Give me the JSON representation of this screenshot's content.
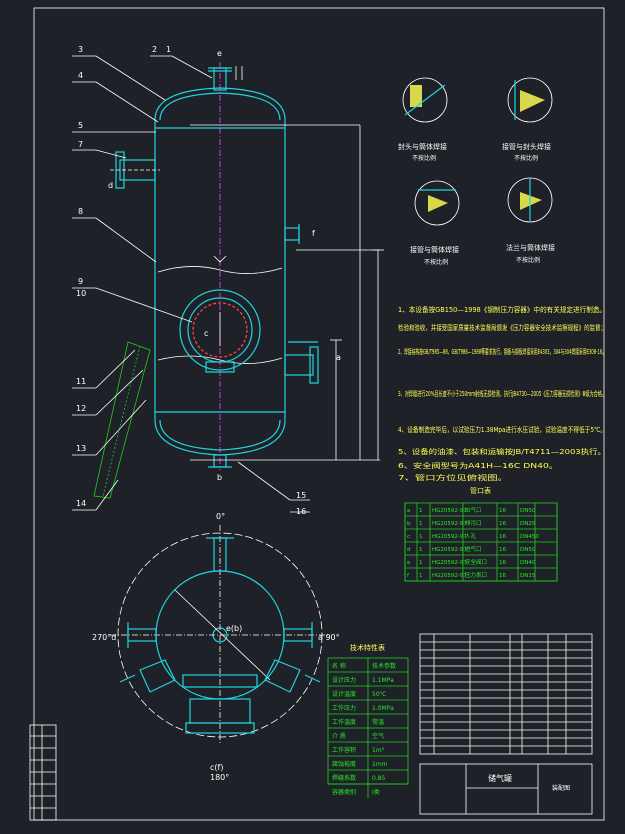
{
  "views": {
    "top_part_numbers": [
      "3",
      "2",
      "1"
    ],
    "nozzle_letters": {
      "e": "e",
      "f": "f",
      "a": "a",
      "b": "b",
      "c": "c",
      "d": "d"
    },
    "side_part_numbers": [
      "4",
      "5",
      "7",
      "8",
      "9",
      "10",
      "11",
      "12",
      "13",
      "14",
      "15",
      "16"
    ],
    "plan_angles": {
      "top": "0°",
      "left": "270°d",
      "right": "a 90°",
      "bottom": "180°"
    },
    "plan_center_label": "e(b)",
    "plan_bottom_label": "c(f)"
  },
  "details": {
    "title_1": "封头与筒体焊接",
    "sub_1": "不按比例",
    "title_2": "接管与封头焊接",
    "sub_2": "不按比例",
    "title_3": "接管与筒体焊接",
    "sub_3": "不按比例",
    "title_4": "法兰与筒体焊接",
    "sub_4": "不按比例"
  },
  "notes": [
    "1、本设备按GB150—1998《钢制压力容器》中的有关规定进行制造。",
    "检验和验收，并接受国家质量技术监督局颁发《压力容器安全技术监察规程》的监督；",
    "2、焊接结构按GB/T985—88、GB/T986—1988等要求执行，钢板与钢板焊接采用E4303，304与304焊接采用E308-16。",
    "3、对焊缝进行20%且长度不小于250mm射线无损检测，执行JB4730—2005《压力容器无损检测》Ⅲ级为合格。",
    "4、设备制造完毕后，以试验压力1.38Mpa进行水压试验，试验温度不得低于5℃。",
    "5、设备的油漆、包装和运输按JB/T4711—2003执行。",
    "6、安全阀型号为A41H—16C DN40。",
    "7、管口方位见俯视图。"
  ],
  "nozzle_table": {
    "title": "管口表",
    "rows": [
      [
        "a",
        "1",
        "HG20592-97",
        "出气口",
        "16",
        "DN50"
      ],
      [
        "b",
        "1",
        "HG20592-97",
        "排污口",
        "16",
        "DN25"
      ],
      [
        "c",
        "1",
        "HG20592-97",
        "人孔",
        "16",
        "DN450"
      ],
      [
        "d",
        "1",
        "HG20592-97",
        "进气口",
        "16",
        "DN50"
      ],
      [
        "e",
        "1",
        "HG20592-97",
        "安全阀口",
        "16",
        "DN40"
      ],
      [
        "f",
        "1",
        "HG20592-97",
        "压力表口",
        "16",
        "DN15"
      ]
    ]
  },
  "tech_table": {
    "title": "技术特性表",
    "header": [
      "名 称",
      "技术参数"
    ],
    "rows": [
      [
        "设计压力",
        "1.1MPa"
      ],
      [
        "设计温度",
        "50℃"
      ],
      [
        "工作压力",
        "1.0MPa"
      ],
      [
        "工作温度",
        "常温"
      ],
      [
        "介 质",
        "空气"
      ],
      [
        "工作容积",
        "1m³"
      ],
      [
        "腐蚀裕度",
        "1mm"
      ],
      [
        "焊缝系数",
        "0.85"
      ],
      [
        "容器类别",
        "Ⅰ类"
      ]
    ]
  },
  "title_block": {
    "drawing_name": "储气罐",
    "sheet": "装配图"
  }
}
